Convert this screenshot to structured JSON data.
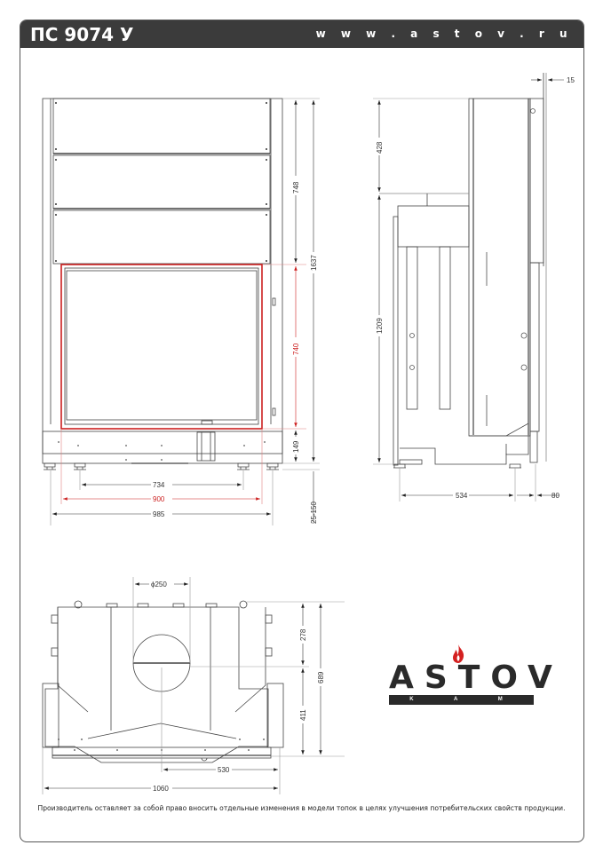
{
  "header": {
    "title": "ПС 9074 У",
    "website": "w w w . a s t o v . r u"
  },
  "front_view": {
    "dimensions": {
      "overall_height": "1637",
      "upper_section_height": "748",
      "door_opening_height": "740",
      "base_height": "149",
      "leg_adjustment": "25-150",
      "leg_spacing": "734",
      "door_opening_width": "900",
      "overall_width": "985"
    },
    "highlight_color": "#cc1f1f"
  },
  "side_view": {
    "dimensions": {
      "top_offset": "15",
      "top_height": "428",
      "body_height": "1209",
      "depth": "534",
      "rear_offset": "80"
    }
  },
  "top_view": {
    "dimensions": {
      "flue_diameter": "ϕ250",
      "flue_to_back": "278",
      "overall_depth": "689",
      "flue_to_front": "411",
      "half_width": "530",
      "overall_width": "1060"
    }
  },
  "logo": {
    "brand": "ASTOV",
    "subtitle": "K A M I N",
    "flame_color": "#d42020"
  },
  "footer": {
    "disclaimer": "Производитель оставляет за собой право вносить отдельные изменения в модели топок в целях улучшения потребительских свойств продукции."
  }
}
